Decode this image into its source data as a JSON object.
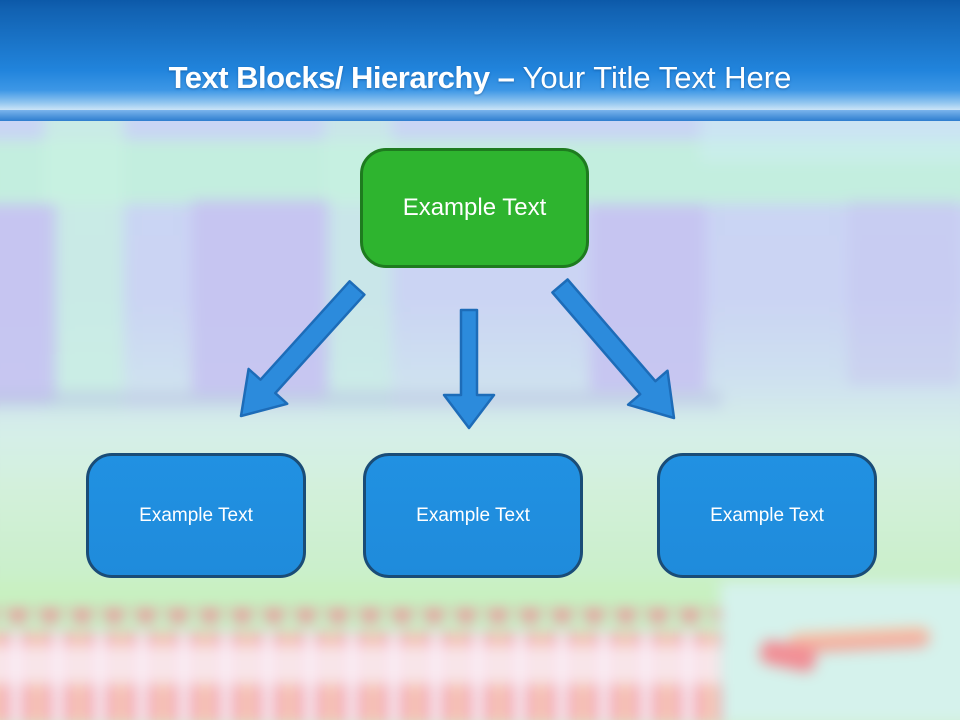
{
  "slide": {
    "title": {
      "bold": "Text Blocks/ Hierarchy – ",
      "regular": "Your Title Text Here"
    },
    "diagram": {
      "root": {
        "label": "Example Text"
      },
      "children": [
        {
          "label": "Example Text"
        },
        {
          "label": "Example Text"
        },
        {
          "label": "Example Text"
        }
      ]
    },
    "colors": {
      "header_blue": "#1a74c8",
      "accent_band_blue": "#2e7ecf",
      "root_green": "#2eb42f",
      "root_green_border": "#1e7b1f",
      "child_blue": "#1f8bdb",
      "child_blue_border": "#1a4c77",
      "arrow_blue": "#2c8bdc"
    }
  }
}
